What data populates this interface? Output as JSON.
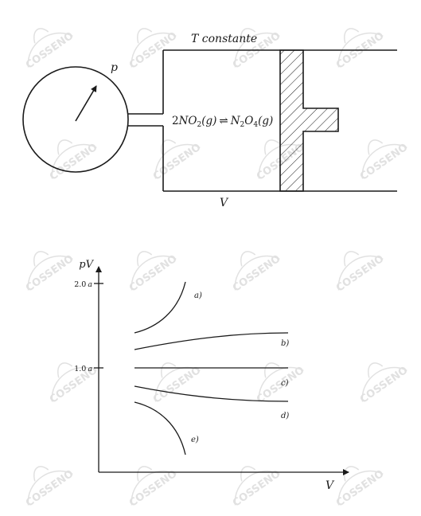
{
  "apparatus": {
    "temperature_label": "T constante",
    "gauge_label": "p",
    "volume_label": "V",
    "reaction": {
      "lhs_coef": "2",
      "lhs_species": "NO",
      "lhs_sub": "2",
      "lhs_state": "(g)",
      "arrow": "⇌",
      "rhs_species_a": "N",
      "rhs_sub_a": "2",
      "rhs_species_b": "O",
      "rhs_sub_b": "4",
      "rhs_state": "(g)"
    }
  },
  "graph": {
    "ylabel": "pV",
    "xlabel": "V",
    "ticks": [
      {
        "label": "2.0 a",
        "num": "2.0",
        "unit": "a"
      },
      {
        "label": "1.0 a",
        "num": "1.0",
        "unit": "a"
      }
    ],
    "curve_labels": [
      "a)",
      "b)",
      "c)",
      "d)",
      "e)"
    ]
  },
  "watermark": {
    "text": "COSSENO",
    "color": "#c9c9c9"
  },
  "colors": {
    "ink": "#1a1a1a",
    "piston_fill": "#ffffff"
  }
}
